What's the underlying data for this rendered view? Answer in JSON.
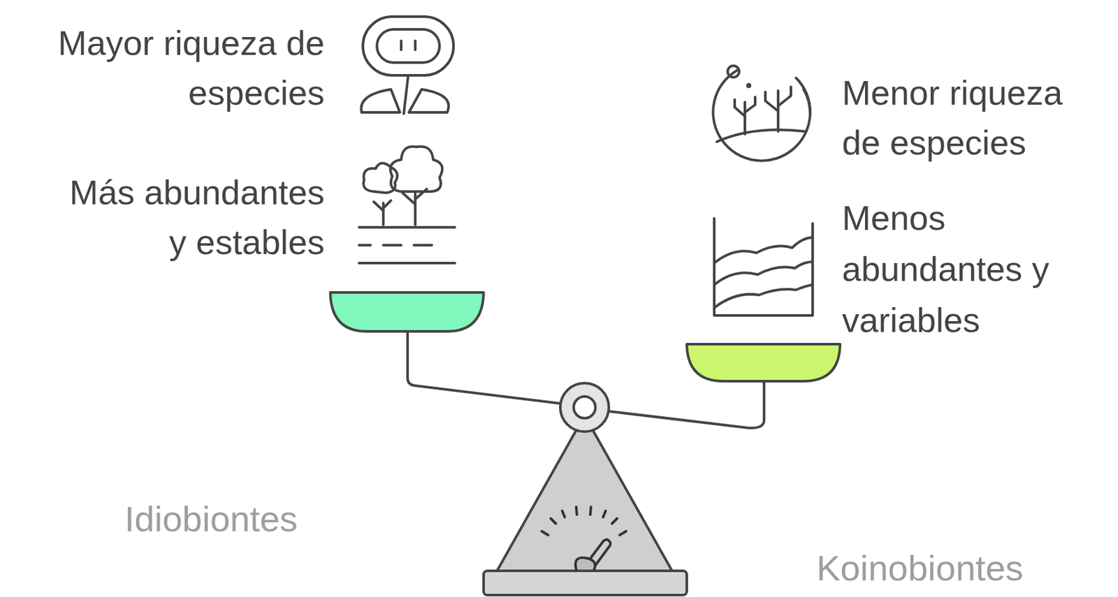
{
  "diagram": {
    "labels": [
      "Mayor riqueza de especies",
      "Más abundantes y estables",
      "Menor riqueza de especies",
      "Menos abundantes y variables",
      "Idiobiontes",
      "Koinobiontes"
    ]
  }
}
